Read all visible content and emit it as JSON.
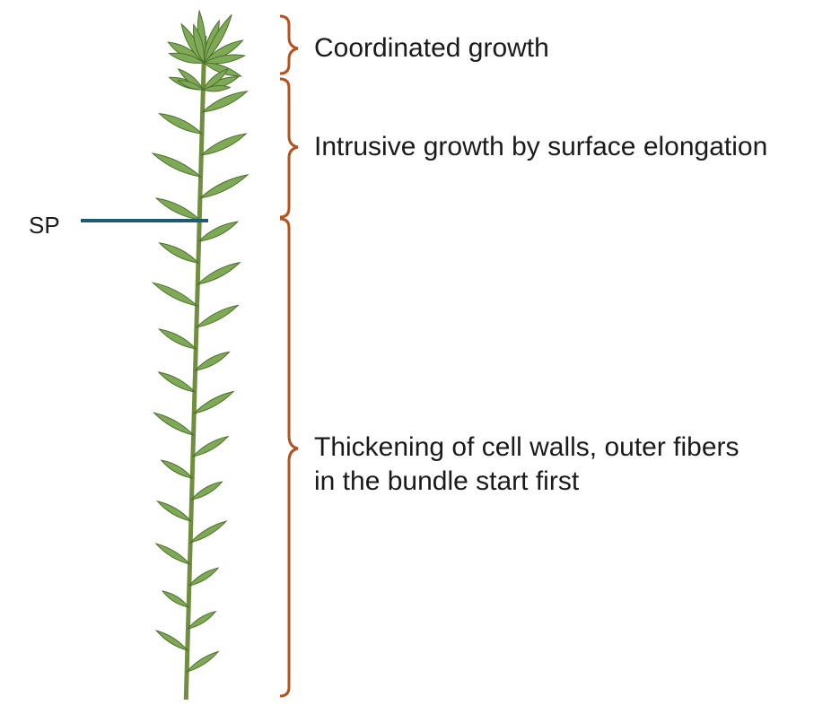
{
  "labels": {
    "sp": "SP",
    "coordinated": "Coordinated growth",
    "intrusive": "Intrusive growth by surface elongation",
    "thickening_line1": "Thickening of cell walls, outer fibers",
    "thickening_line2": "in the bundle start first"
  },
  "colors": {
    "bracket": "#b5521e",
    "sp_pointer": "#1d5a78",
    "stem": "#6f8f3f",
    "leaf_fill": "#7faa55",
    "leaf_edge": "#4d6e2e",
    "text": "#1a1a1a"
  },
  "icons": {
    "plant": "plant-shoot-illustration"
  }
}
